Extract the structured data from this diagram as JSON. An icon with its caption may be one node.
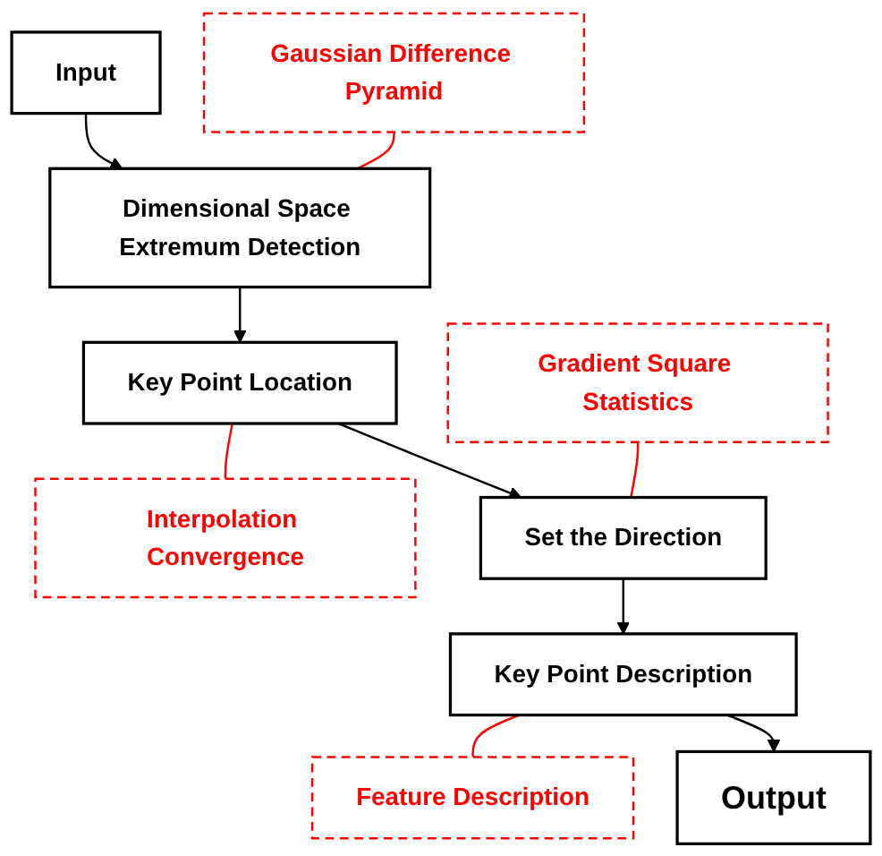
{
  "diagram": {
    "nodes": [
      {
        "text": [
          "Input"
        ]
      },
      {
        "text": [
          "Gaussian Difference Pyramid"
        ]
      },
      {
        "text": [
          "Dimensional Space Extremum Detection"
        ]
      },
      {
        "text": [
          "Key Point Location"
        ]
      },
      {
        "text": [
          "Interpolation Convergence"
        ]
      },
      {
        "text": [
          "Gradient Square Statistics"
        ]
      },
      {
        "text": [
          "Set the Direction"
        ]
      },
      {
        "text": [
          "Key Point Description"
        ]
      },
      {
        "text": [
          "Feature Description"
        ]
      },
      {
        "text": [
          "Output"
        ]
      }
    ],
    "edges": [
      {
        "from": 0,
        "to": 2,
        "arrow": "to"
      },
      {
        "from": 1,
        "to": 2,
        "arrow": "none",
        "color": "#ff0000"
      },
      {
        "from": 2,
        "to": 3,
        "arrow": "to"
      },
      {
        "from": 3,
        "to": 4,
        "arrow": "none",
        "color": "#ff0000"
      },
      {
        "from": 3,
        "to": 6,
        "arrow": "to"
      },
      {
        "from": 5,
        "to": 6,
        "arrow": "none",
        "color": "#ff0000"
      },
      {
        "from": 6,
        "to": 7,
        "arrow": "to"
      },
      {
        "from": 7,
        "to": 8,
        "arrow": "none",
        "color": "#ff0000"
      },
      {
        "from": 7,
        "to": 9,
        "arrow": "to"
      }
    ]
  }
}
